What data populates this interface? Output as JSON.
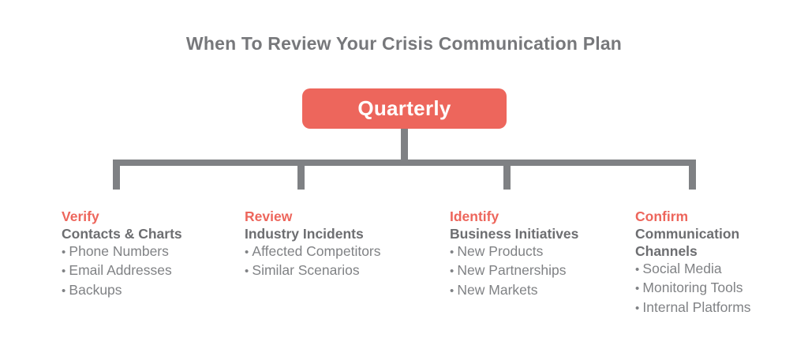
{
  "title": "When To Review Your Crisis Communication Plan",
  "root_node": {
    "label": "Quarterly"
  },
  "colors": {
    "accent": "#ed665c",
    "title_gray": "#77787b",
    "heading_gray": "#6d6e71",
    "body_gray": "#808285",
    "connector_gray": "#7f8184"
  },
  "branches": [
    {
      "action": "Verify",
      "category": "Contacts & Charts",
      "items": [
        "Phone Numbers",
        "Email Addresses",
        "Backups"
      ]
    },
    {
      "action": "Review",
      "category": "Industry Incidents",
      "items": [
        "Affected Competitors",
        "Similar Scenarios"
      ]
    },
    {
      "action": "Identify",
      "category": "Business Initiatives",
      "items": [
        "New Products",
        "New Partnerships",
        "New Markets"
      ]
    },
    {
      "action": "Confirm",
      "category": "Communication Channels",
      "items": [
        "Social Media",
        "Monitoring Tools",
        "Internal Platforms"
      ]
    }
  ]
}
